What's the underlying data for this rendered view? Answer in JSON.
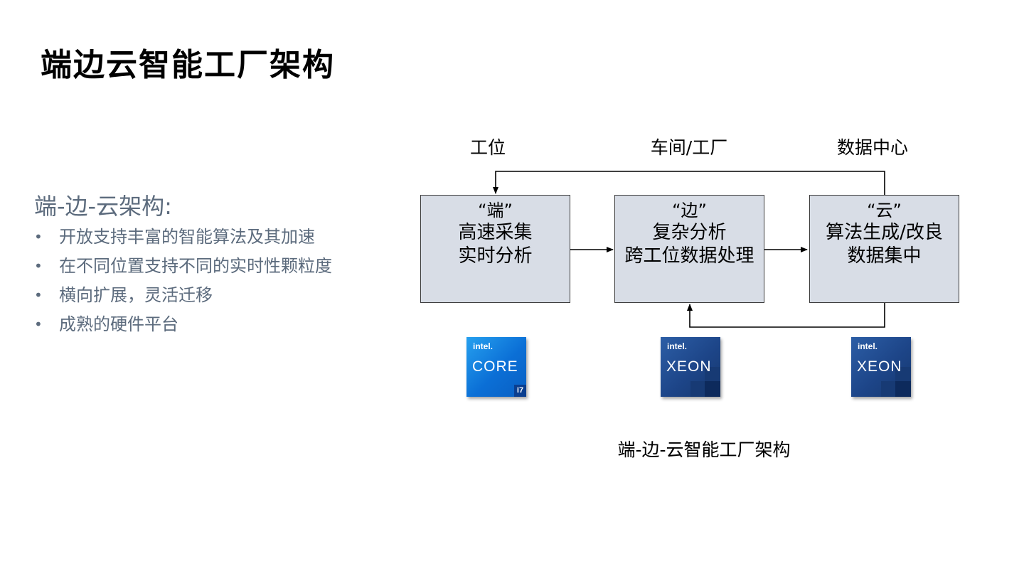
{
  "title": "端边云智能工厂架构",
  "left_panel": {
    "subtitle": "端-边-云架构:",
    "bullet_symbol": "•",
    "bullets": [
      "开放支持丰富的智能算法及其加速",
      "在不同位置支持不同的实时性颗粒度",
      "横向扩展，灵活迁移",
      "成熟的硬件平台"
    ]
  },
  "diagram": {
    "column_labels": [
      "工位",
      "车间/工厂",
      "数据中心"
    ],
    "nodes": [
      {
        "tag": "“端”",
        "lines": [
          "高速采集",
          "实时分析"
        ]
      },
      {
        "tag": "“边”",
        "lines": [
          "复杂分析",
          "跨工位数据处理"
        ]
      },
      {
        "tag": "“云”",
        "lines": [
          "算法生成/改良",
          "数据集中"
        ]
      }
    ],
    "chips": [
      {
        "brand": "intel.",
        "product": "CORE",
        "tier": "i7",
        "icon": "intel-core-i7-logo"
      },
      {
        "brand": "intel.",
        "product": "XEON",
        "icon": "intel-xeon-logo"
      },
      {
        "brand": "intel.",
        "product": "XEON",
        "icon": "intel-xeon-logo"
      }
    ],
    "caption": "端-边-云智能工厂架构",
    "colors": {
      "node_fill": "#d8dde6",
      "text_gray": "#5c6b7d"
    }
  }
}
